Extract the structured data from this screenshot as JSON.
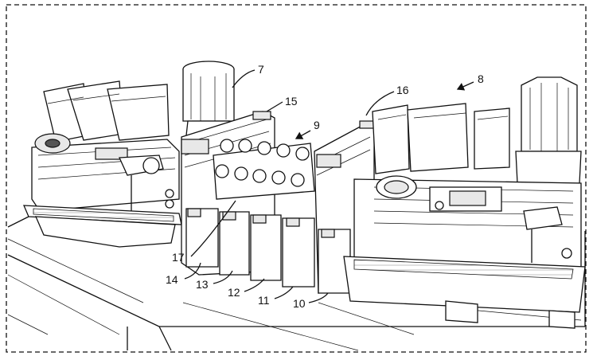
{
  "labels": {
    "n7": "7",
    "n8": "8",
    "n9": "9",
    "n10": "10",
    "n11": "11",
    "n12": "12",
    "n13": "13",
    "n14": "14",
    "n15": "15",
    "n16": "16",
    "n17": "17"
  }
}
